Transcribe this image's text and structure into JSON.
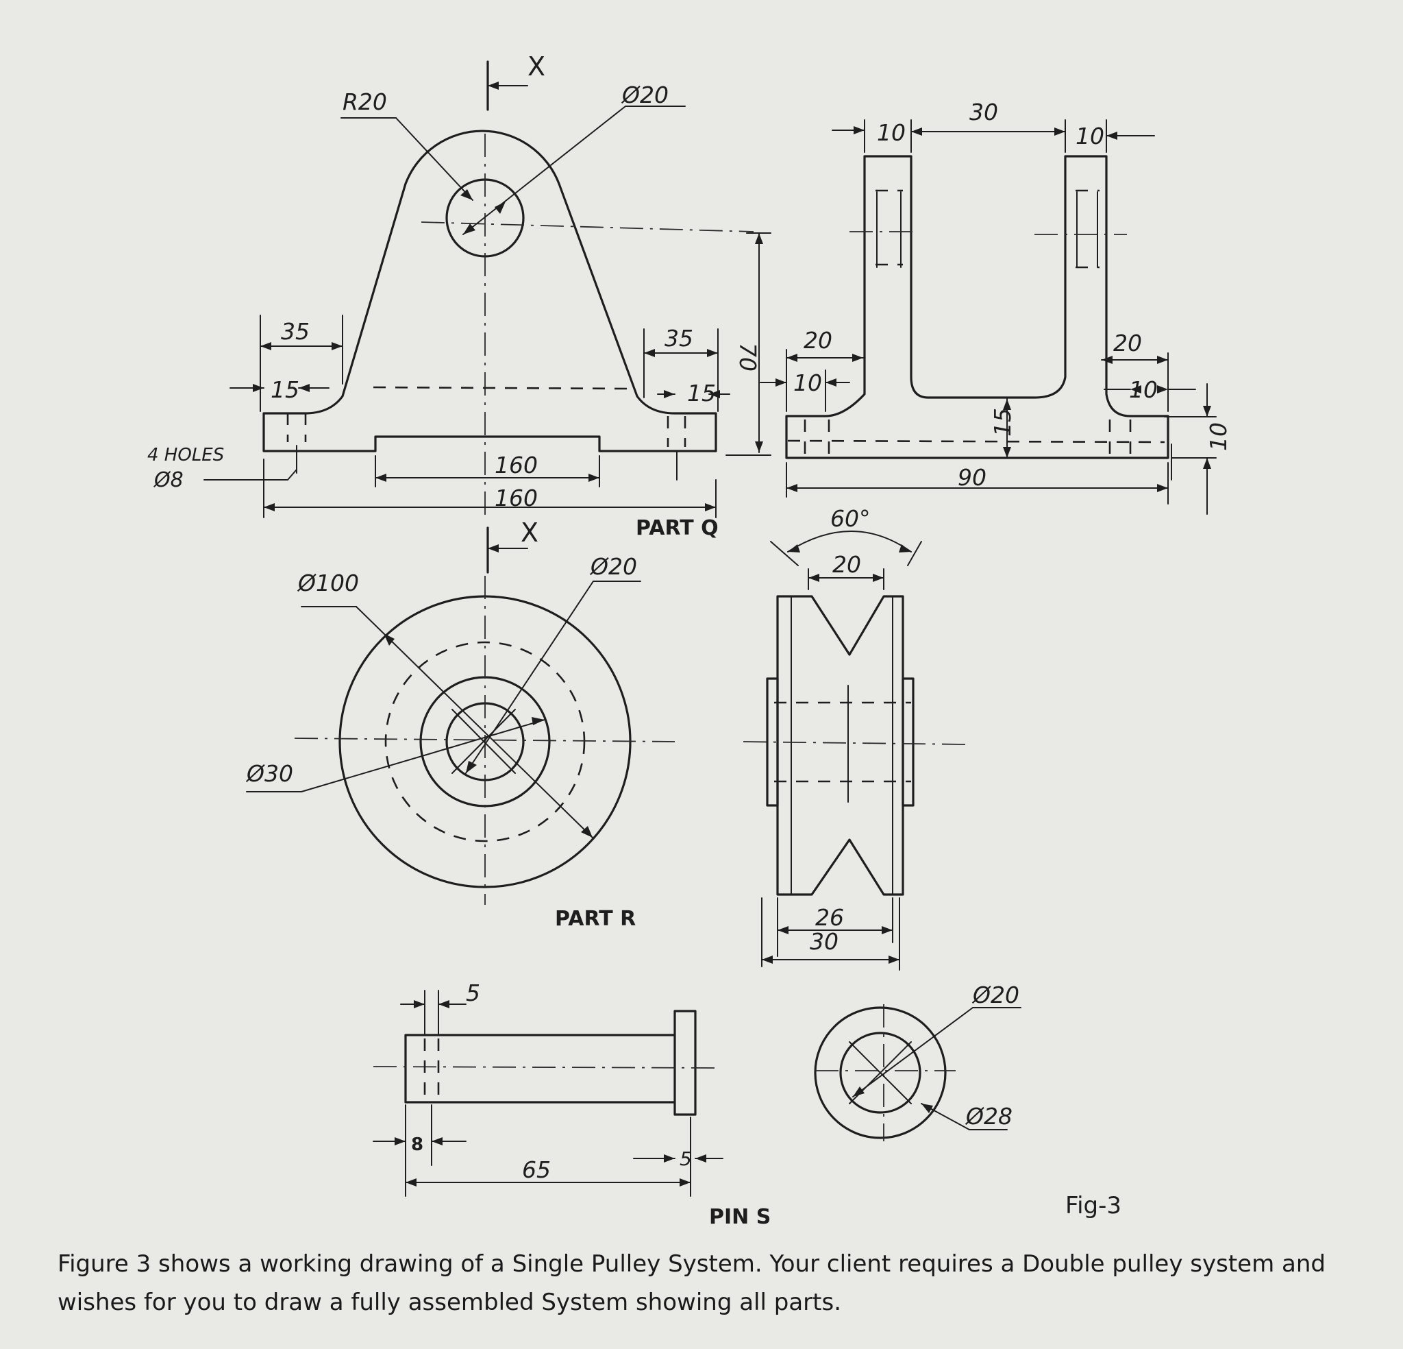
{
  "part_q": {
    "label": "PART Q",
    "section_mark": "X",
    "dims": {
      "r20": "R20",
      "dia20": "Ø20",
      "d35_left": "35",
      "d15_left": "15",
      "d35_right": "35",
      "d15_right": "15",
      "d70": "70",
      "d160_inner": "160",
      "d160_outer": "160",
      "holes_line1": "4 HOLES",
      "holes_line2": "Ø8"
    },
    "side": {
      "d10_left": "10",
      "d30": "30",
      "d10_right": "10",
      "d20_left": "20",
      "d10_inner_left": "10",
      "d20_right": "20",
      "d10_inner_right": "10",
      "d15": "15",
      "d90": "90",
      "d10_vert": "10"
    }
  },
  "part_r": {
    "label": "PART R",
    "section_mark": "X",
    "dims": {
      "dia100": "Ø100",
      "dia20": "Ø20",
      "dia30": "Ø30",
      "angle": "60°",
      "d20": "20",
      "d26": "26",
      "d30": "30"
    }
  },
  "pin_s": {
    "label": "PIN S",
    "dims": {
      "d5_top": "5",
      "d8": "8",
      "d65": "65",
      "d5_right": "5",
      "dia20": "Ø20",
      "dia28": "Ø28"
    }
  },
  "figure_label": "Fig-3",
  "caption": "Figure 3 shows a working drawing of a Single Pulley System. Your client requires a Double pulley system and wishes for you to draw a fully assembled System showing all parts."
}
